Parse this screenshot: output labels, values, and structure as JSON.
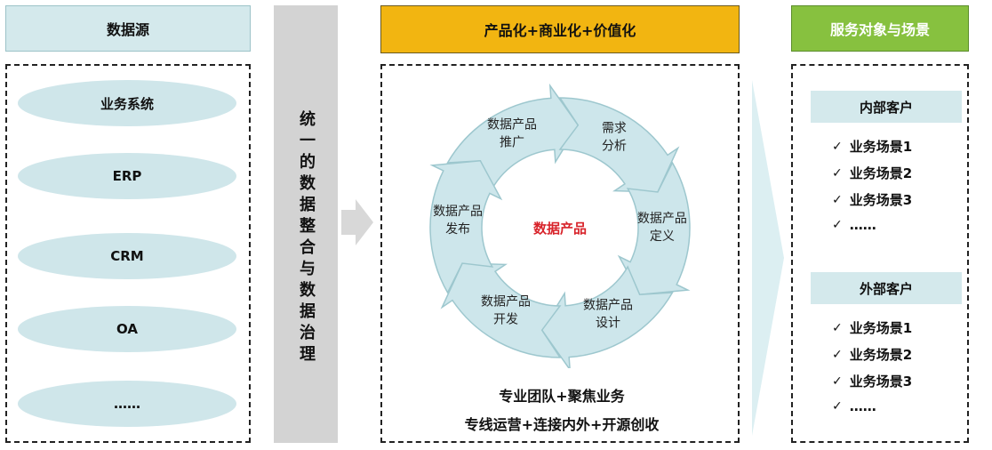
{
  "headers": {
    "source": "数据源",
    "process": "产品化+商业化+价值化",
    "service": "服务对象与场景"
  },
  "sources": [
    "业务系统",
    "ERP",
    "CRM",
    "OA",
    "……"
  ],
  "integration_label": "统一的数据整合与数据治理",
  "cycle": {
    "center": "数据产品",
    "stages": [
      [
        "数据产品",
        "推广"
      ],
      [
        "需求",
        "分析"
      ],
      [
        "数据产品",
        "定义"
      ],
      [
        "数据产品",
        "设计"
      ],
      [
        "数据产品",
        "开发"
      ],
      [
        "数据产品",
        "发布"
      ]
    ]
  },
  "footer": {
    "line1": "专业团队+聚焦业务",
    "line2": "专线运营+连接内外+开源创收"
  },
  "customers": [
    {
      "title": "内部客户",
      "scenes": [
        "业务场景1",
        "业务场景2",
        "业务场景3",
        "……"
      ]
    },
    {
      "title": "外部客户",
      "scenes": [
        "业务场景1",
        "业务场景2",
        "业务场景3",
        "……"
      ]
    }
  ],
  "colors": {
    "arrow_fill": "#cde6eb",
    "arrow_stroke": "#9dc7ce",
    "center_text": "#d8232a"
  }
}
